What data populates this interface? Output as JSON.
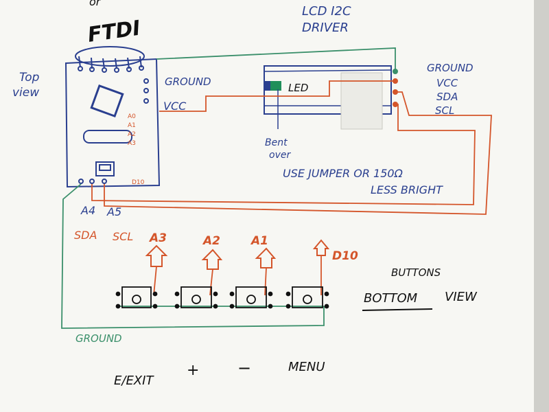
{
  "labels": {
    "ftdi_or": "or",
    "ftdi": "FTDI",
    "lcd_line1": "LCD I2C",
    "lcd_line2": "DRIVER",
    "top": "Top",
    "view": "view",
    "ground_left": "GROUND",
    "vcc_left": "VCC",
    "led": "LED",
    "bent1": "Bent",
    "bent2": "over",
    "jumper1": "USE JUMPER OR 150Ω",
    "jumper2": "LESS BRIGHT",
    "lcd_ground": "GROUND",
    "lcd_vcc": "VCC",
    "lcd_sda": "SDA",
    "lcd_scl": "SCL",
    "a4": "A4",
    "a5": "A5",
    "sda": "SDA",
    "scl": "SCL",
    "a3": "A3",
    "a2": "A2",
    "a1": "A1",
    "d10": "D10",
    "buttons": "BUTTONS",
    "bottom": "BOTTOM",
    "bview": "VIEW",
    "ground_bottom": "GROUND",
    "btn_exit": "E/EXIT",
    "btn_plus": "+",
    "btn_minus": "−",
    "btn_menu": "MENU",
    "pin_a0": "A0",
    "pin_a1": "A1",
    "pin_a2": "A2",
    "pin_a3": "A3",
    "pin_d10": "D10"
  },
  "colors": {
    "paper": "#f7f7f3",
    "blue_ink": "#2a3f8f",
    "red_ink": "#d4552a",
    "green_ink": "#3a8f6a",
    "black_ink": "#111111"
  }
}
